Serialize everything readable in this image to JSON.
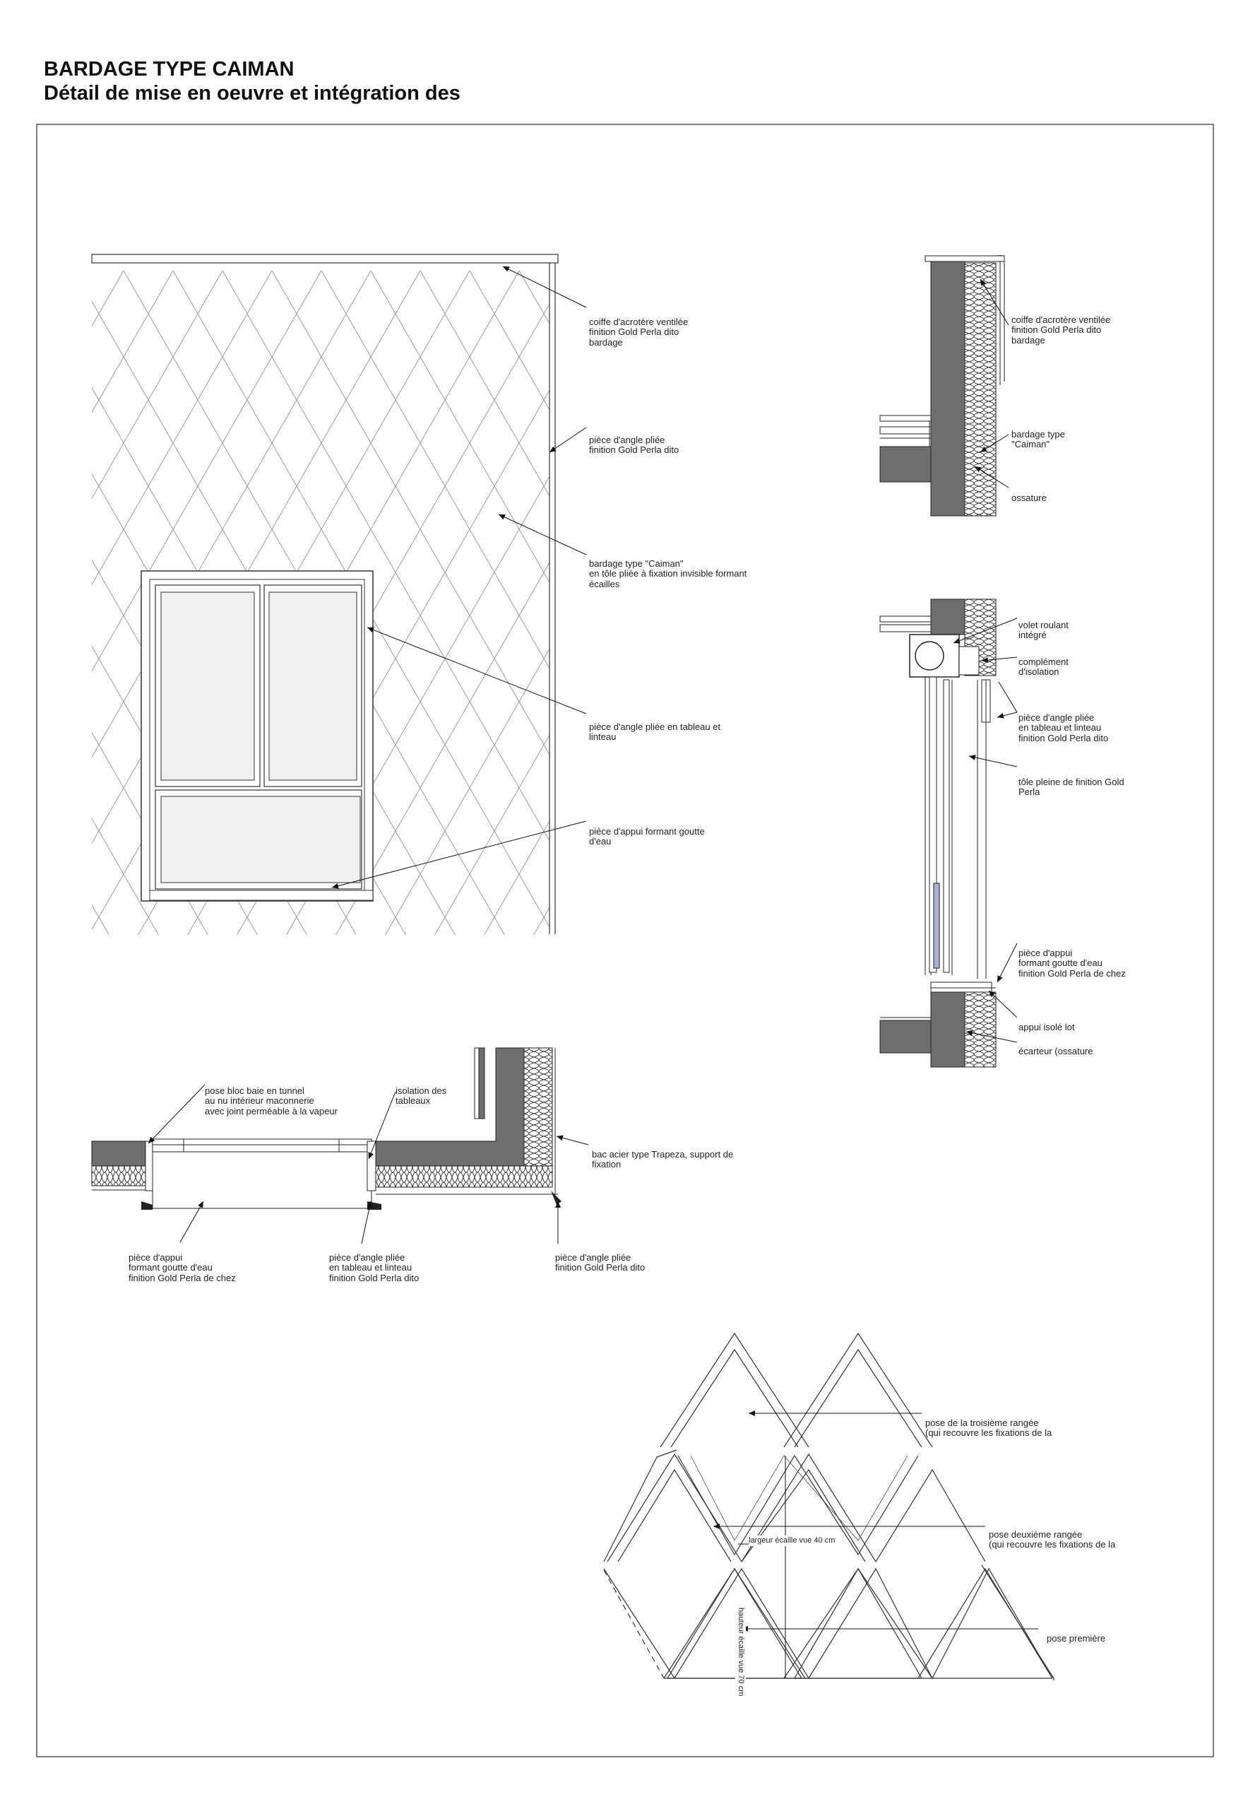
{
  "title": {
    "line1": "BARDAGE TYPE CAIMAN",
    "line2": "Détail de mise en oeuvre et intégration des"
  },
  "elevation": {
    "labels": {
      "coiffe": [
        "coiffe d'acrotère ventilée",
        "finition Gold Perla dito",
        "bardage"
      ],
      "angle": [
        "pièce d'angle pliée",
        "finition Gold Perla dito"
      ],
      "bardage": [
        "bardage type \"Caiman\"",
        "en tôle pliée à fixation invisible formant",
        "écailles"
      ],
      "tableau": [
        "pièce d'angle pliée en tableau et",
        "linteau"
      ],
      "appui": [
        "pièce d'appui formant goutte",
        "d'eau"
      ]
    }
  },
  "section_top": {
    "labels": {
      "coiffe": [
        "coiffe d'acrotère ventilée",
        "finition Gold Perla dito",
        "bardage"
      ],
      "bardage": [
        "bardage type",
        "\"Caiman\""
      ],
      "ossature": [
        "ossature"
      ]
    }
  },
  "section_window": {
    "labels": {
      "volet": [
        "volet roulant",
        "intégré"
      ],
      "complement": [
        "complément",
        "d'isolation"
      ],
      "angle": [
        "pièce d'angle pliée",
        "en tableau et linteau",
        "finition Gold Perla dito"
      ],
      "tole": [
        "tôle pleine de finition Gold",
        "Perla"
      ],
      "appui": [
        "pièce d'appui",
        "formant goutte d'eau",
        "finition Gold Perla de chez"
      ],
      "appui_isole": [
        "appui isolé lot"
      ],
      "ecarteur": [
        "écarteur (ossature"
      ]
    }
  },
  "plan": {
    "labels": {
      "pose_bloc": [
        "pose bloc baie en tunnel",
        "au nu intérieur maconnerie",
        "avec joint perméable à la vapeur"
      ],
      "isolation": [
        "isolation des",
        "tableaux"
      ],
      "bac": [
        "bac acier type Trapeza, support de",
        "fixation"
      ],
      "appui": [
        "pièce d'appui",
        "formant goutte d'eau",
        "finition Gold Perla de chez"
      ],
      "angle_tableau": [
        "pièce d'angle pliée",
        "en tableau et linteau",
        "finition Gold Perla dito"
      ],
      "angle": [
        "pièce d'angle pliée",
        "finition Gold Perla dito"
      ]
    }
  },
  "scales": {
    "labels": {
      "troisieme": [
        "pose de la troisième rangée",
        "(qui recouvre les fixations de la"
      ],
      "deuxieme": [
        "pose deuxième rangée",
        "(qui recouvre les fixations de la"
      ],
      "premiere": [
        "pose première"
      ],
      "largeur": "largeur écaille vue 40 cm",
      "hauteur": "hauteur écaille vue 70 cm"
    }
  }
}
